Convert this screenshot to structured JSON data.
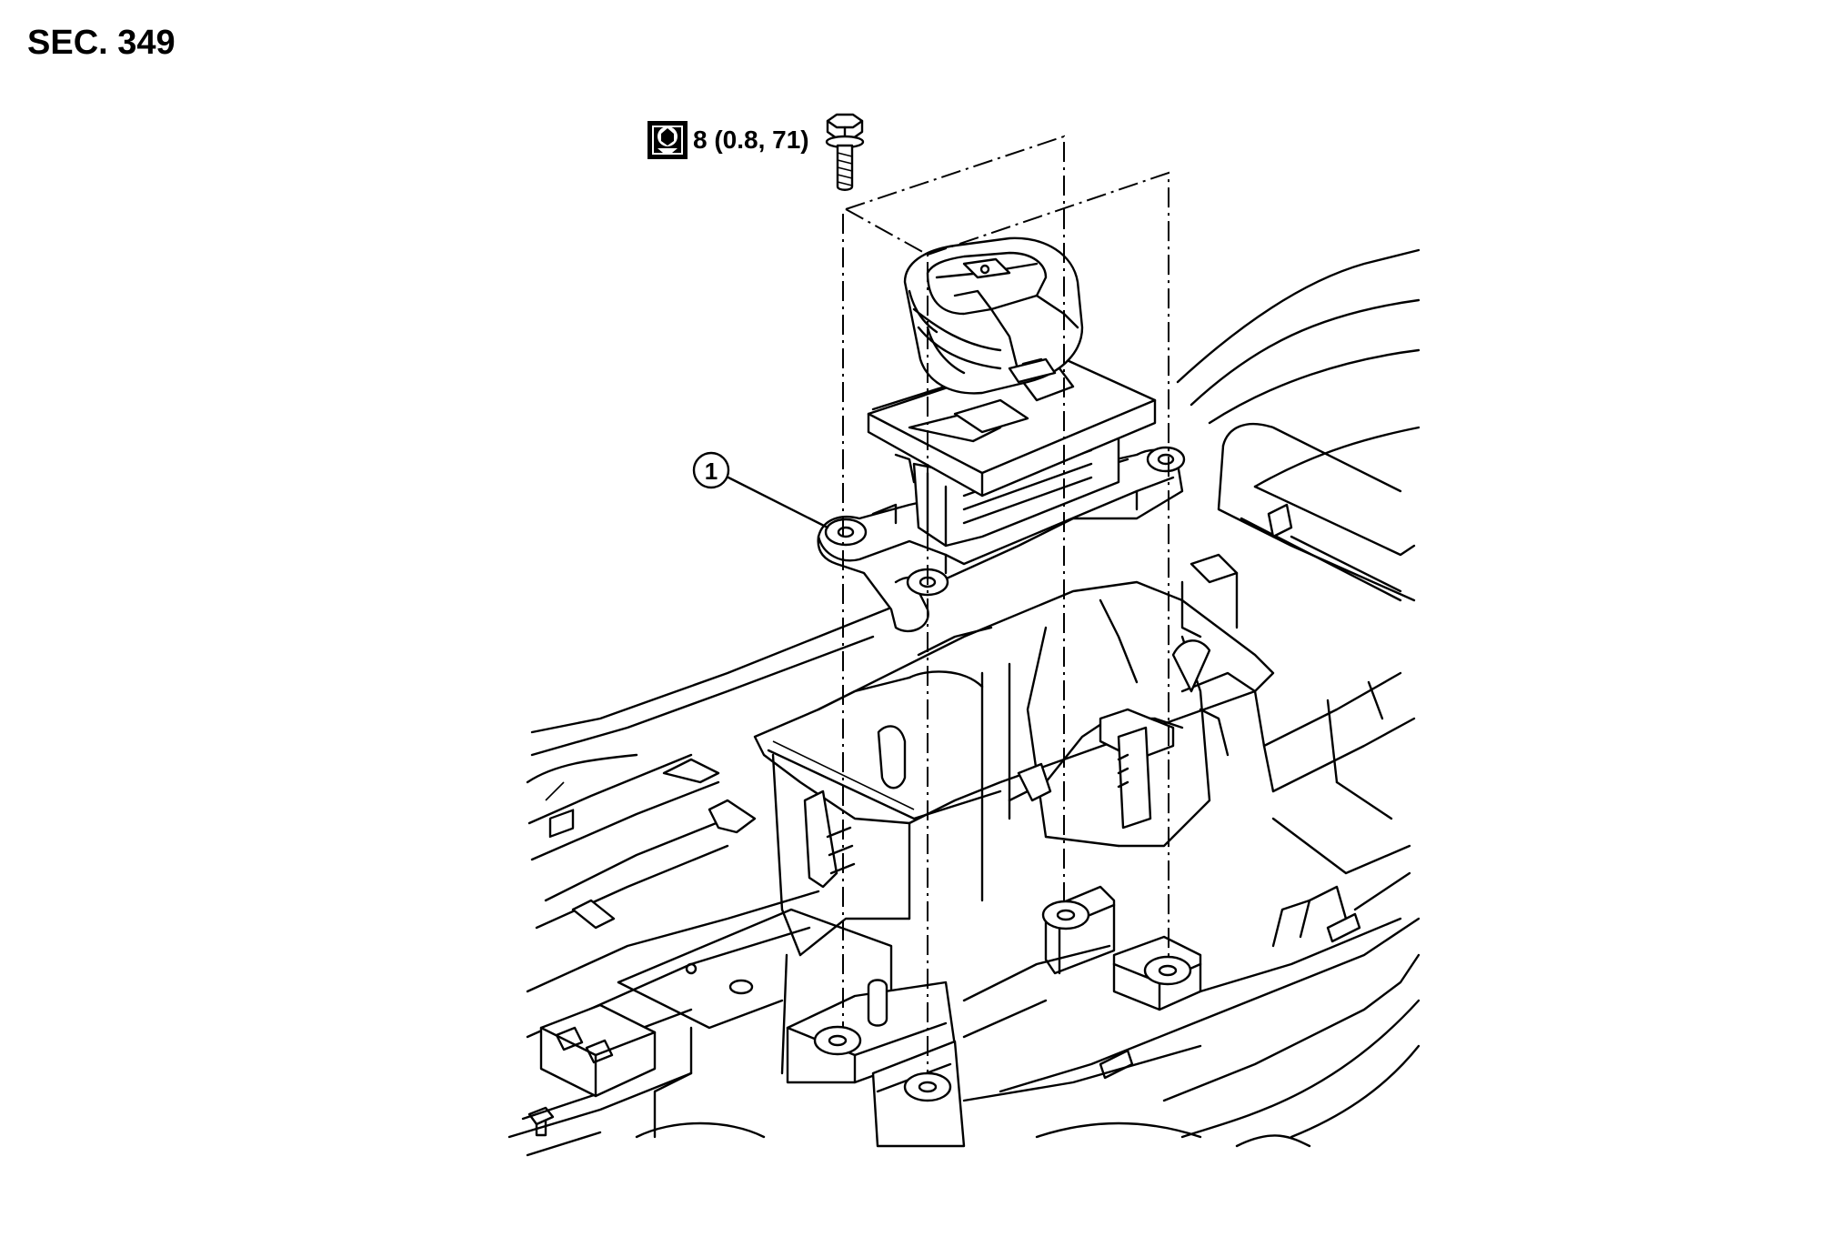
{
  "section_label": "SEC. 349",
  "torque_spec": "8 (0.8, 71)",
  "callouts": [
    {
      "number": "1"
    }
  ],
  "icons": {
    "torque": "torque-wrench-icon",
    "bolt": "bolt-icon"
  }
}
